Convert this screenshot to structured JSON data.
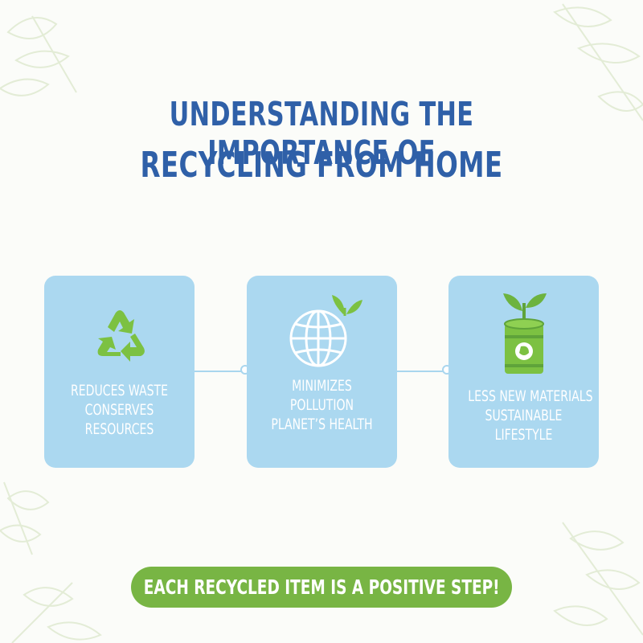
{
  "title": {
    "line1": "UNDERSTANDING THE IMPORTANCE OF",
    "line2": "RECYCLING FROM HOME"
  },
  "cards": [
    {
      "icon": "recycle-icon",
      "lines": [
        "REDUCES WASTE",
        "CONSERVES",
        "RESOURCES"
      ]
    },
    {
      "icon": "globe-with-leaves-icon",
      "lines": [
        "MINIMIZES",
        "POLLUTION",
        "PLANET’S HEALTH"
      ]
    },
    {
      "icon": "recycling-can-with-sprout-icon",
      "lines": [
        "LESS NEW MATERIALS",
        "SUSTAINABLE",
        "LIFESTYLE"
      ]
    }
  ],
  "banner": {
    "text": "EACH RECYCLED ITEM IS A POSITIVE STEP!"
  },
  "colors": {
    "title": "#2f60a8",
    "card_background": "#abd8f0",
    "banner": "#78b544",
    "icon_green": "#7cc142"
  }
}
